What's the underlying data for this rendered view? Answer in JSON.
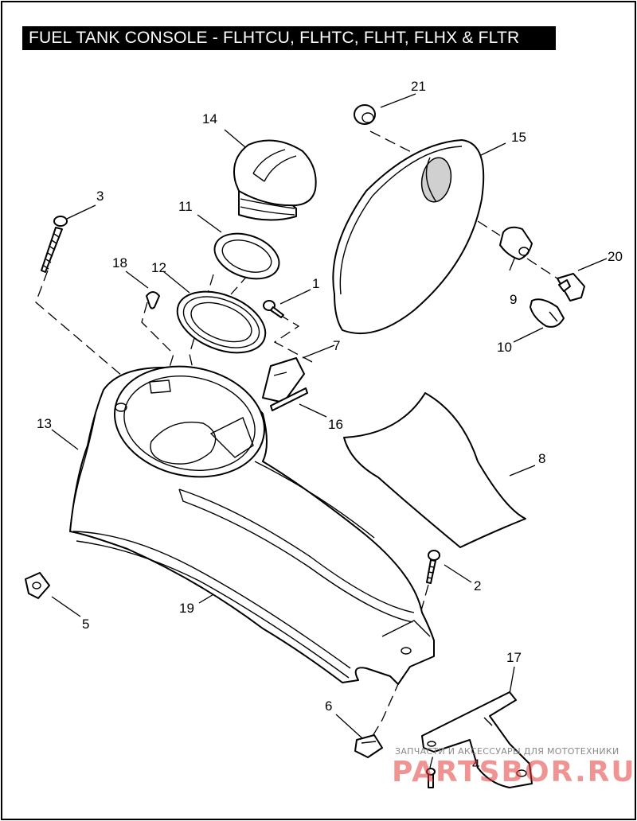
{
  "title": "FUEL TANK CONSOLE - FLHTCU, FLHTC, FLHT, FLHX & FLTR",
  "callouts": {
    "c1": "1",
    "c2": "2",
    "c3": "3",
    "c4": "4",
    "c5": "5",
    "c6": "6",
    "c7": "7",
    "c8": "8",
    "c9": "9",
    "c10": "10",
    "c11": "11",
    "c12": "12",
    "c13": "13",
    "c14": "14",
    "c15": "15",
    "c16": "16",
    "c17": "17",
    "c18": "18",
    "c19": "19",
    "c20": "20",
    "c21": "21"
  },
  "watermark": {
    "caption": "ЗАПЧАСТИ И АКСЕССУАРЫ ДЛЯ МОТОТЕХНИКИ",
    "logo": "PARTSBOR.RU"
  },
  "icons": {
    "fuel_cap": "fuel-cap-icon",
    "console": "console-icon",
    "door": "fuel-door-icon"
  },
  "colors": {
    "title_bg": "#000000",
    "title_fg": "#ffffff",
    "watermark_logo": "#e23b3b"
  }
}
